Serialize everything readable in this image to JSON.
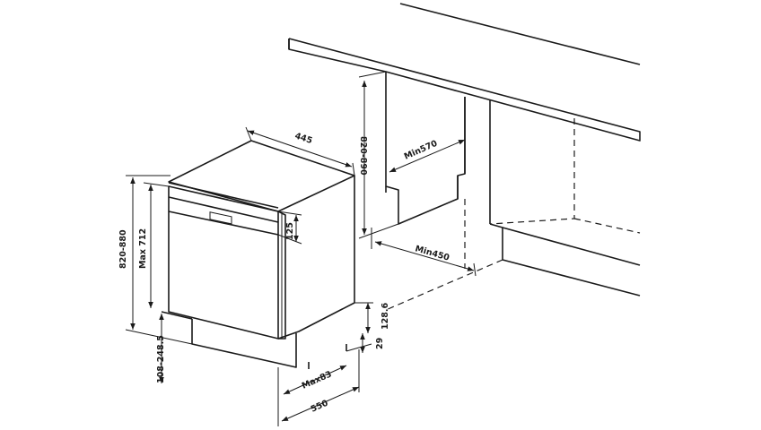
{
  "labels": {
    "width_top": "445",
    "height_range": "820-880",
    "max_height": "Max 712",
    "foot_range": "108-248.5",
    "panel_height": "125",
    "niche_height": "820-890",
    "min_depth": "Min570",
    "min_width": "Min450",
    "plinth": "128.6",
    "gap": "29",
    "max_door": "Max83",
    "depth": "550"
  }
}
